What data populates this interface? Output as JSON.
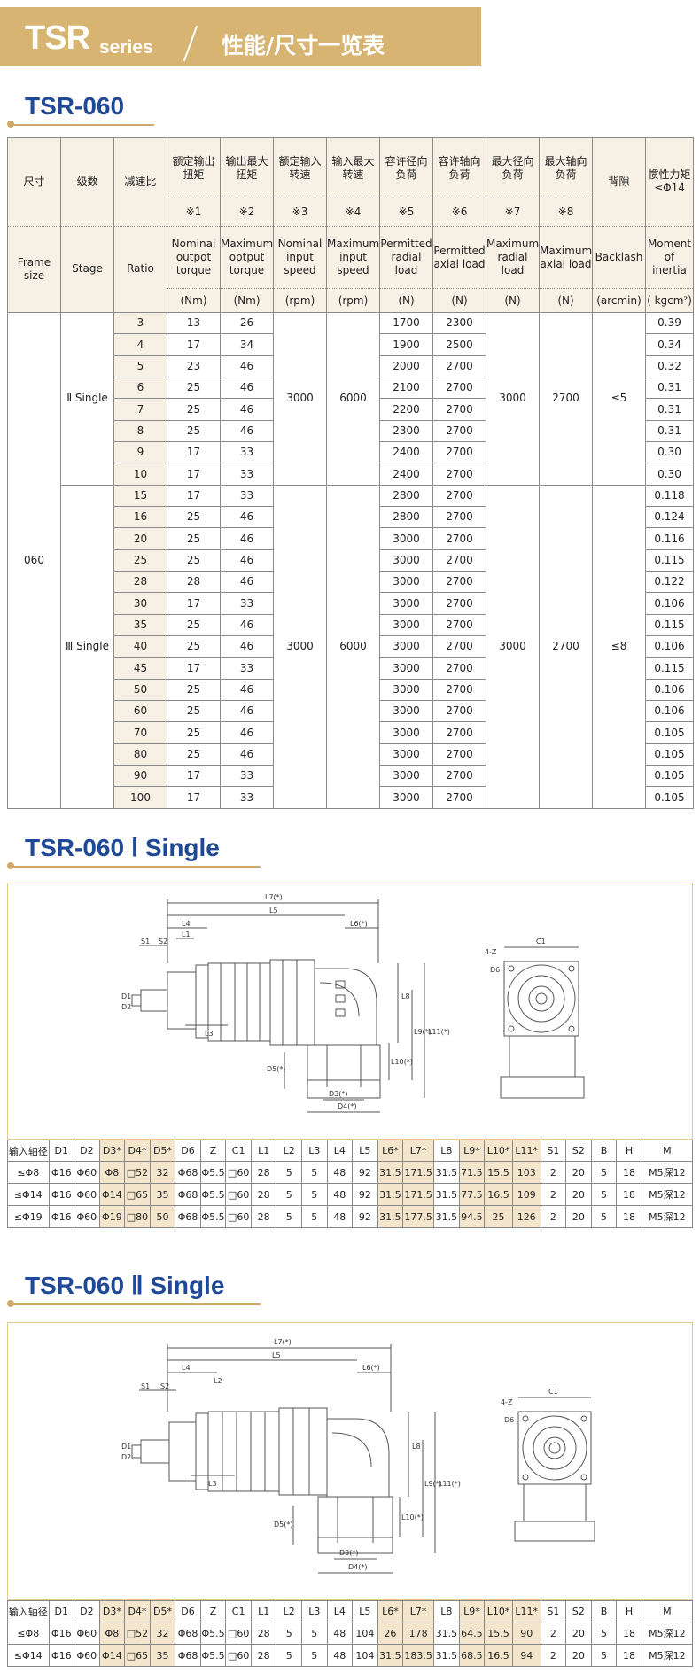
{
  "banner": {
    "brand": "TSR",
    "series": "series",
    "title": "性能/尺寸一览表"
  },
  "sec1": {
    "title": "TSR-060"
  },
  "sec2": {
    "title": "TSR-060 Ⅰ Single"
  },
  "sec3": {
    "title": "TSR-060 Ⅱ Single"
  },
  "specs": {
    "h_size_zh": "尺寸",
    "h_stage_zh": "级数",
    "h_ratio_zh": "减速比",
    "h_size_en": "Frame size",
    "h_stage_en": "Stage",
    "h_ratio_en": "Ratio",
    "cols": [
      {
        "zh": "额定输出扭矩",
        "note": "※1",
        "en": "Nominal outpot torque",
        "unit": "(Nm)"
      },
      {
        "zh": "输出最大扭矩",
        "note": "※2",
        "en": "Maximum optput torque",
        "unit": "(Nm)"
      },
      {
        "zh": "额定输入转速",
        "note": "※3",
        "en": "Nominal input speed",
        "unit": "(rpm)"
      },
      {
        "zh": "输入最大转速",
        "note": "※4",
        "en": "Maximum input speed",
        "unit": "(rpm)"
      },
      {
        "zh": "容许径向负荷",
        "note": "※5",
        "en": "Permitted radial load",
        "unit": "(N)"
      },
      {
        "zh": "容许轴向负荷",
        "note": "※6",
        "en": "Permitted axial load",
        "unit": "(N)"
      },
      {
        "zh": "最大径向负荷",
        "note": "※7",
        "en": "Maximum radial load",
        "unit": "(N)"
      },
      {
        "zh": "最大轴向负荷",
        "note": "※8",
        "en": "Maximum axial load",
        "unit": "(N)"
      },
      {
        "zh": "背隙",
        "note": "",
        "en": "Backlash",
        "unit": "(arcmin)"
      },
      {
        "zh": "惯性力矩≤Φ14",
        "note": "",
        "en": "Moment of inertia",
        "unit": "( kgcm²)"
      }
    ],
    "frame": "060",
    "group2": {
      "stage": "Ⅱ Single",
      "nom_speed": "3000",
      "max_speed": "6000",
      "max_radial": "3000",
      "max_axial": "2700",
      "backlash": "≤5",
      "rows": [
        [
          "3",
          "13",
          "26",
          "1700",
          "2300",
          "0.39"
        ],
        [
          "4",
          "17",
          "34",
          "1900",
          "2500",
          "0.34"
        ],
        [
          "5",
          "23",
          "46",
          "2000",
          "2700",
          "0.32"
        ],
        [
          "6",
          "25",
          "46",
          "2100",
          "2700",
          "0.31"
        ],
        [
          "7",
          "25",
          "46",
          "2200",
          "2700",
          "0.31"
        ],
        [
          "8",
          "25",
          "46",
          "2300",
          "2700",
          "0.31"
        ],
        [
          "9",
          "17",
          "33",
          "2400",
          "2700",
          "0.30"
        ],
        [
          "10",
          "17",
          "33",
          "2400",
          "2700",
          "0.30"
        ]
      ]
    },
    "group3": {
      "stage": "Ⅲ Single",
      "nom_speed": "3000",
      "max_speed": "6000",
      "max_radial": "3000",
      "max_axial": "2700",
      "backlash": "≤8",
      "rows": [
        [
          "15",
          "17",
          "33",
          "2800",
          "2700",
          "0.118"
        ],
        [
          "16",
          "25",
          "46",
          "2800",
          "2700",
          "0.124"
        ],
        [
          "20",
          "25",
          "46",
          "3000",
          "2700",
          "0.116"
        ],
        [
          "25",
          "25",
          "46",
          "3000",
          "2700",
          "0.115"
        ],
        [
          "28",
          "28",
          "46",
          "3000",
          "2700",
          "0.122"
        ],
        [
          "30",
          "17",
          "33",
          "3000",
          "2700",
          "0.106"
        ],
        [
          "35",
          "25",
          "46",
          "3000",
          "2700",
          "0.115"
        ],
        [
          "40",
          "25",
          "46",
          "3000",
          "2700",
          "0.106"
        ],
        [
          "45",
          "17",
          "33",
          "3000",
          "2700",
          "0.115"
        ],
        [
          "50",
          "25",
          "46",
          "3000",
          "2700",
          "0.106"
        ],
        [
          "60",
          "25",
          "46",
          "3000",
          "2700",
          "0.106"
        ],
        [
          "70",
          "25",
          "46",
          "3000",
          "2700",
          "0.105"
        ],
        [
          "80",
          "25",
          "46",
          "3000",
          "2700",
          "0.105"
        ],
        [
          "90",
          "17",
          "33",
          "3000",
          "2700",
          "0.105"
        ],
        [
          "100",
          "17",
          "33",
          "3000",
          "2700",
          "0.105"
        ]
      ]
    }
  },
  "dims1": {
    "headers": [
      "输入轴径",
      "D1",
      "D2",
      "D3*",
      "D4*",
      "D5*",
      "D6",
      "Z",
      "C1",
      "L1",
      "L2",
      "L3",
      "L4",
      "L5",
      "L6*",
      "L7*",
      "L8",
      "L9*",
      "L10*",
      "L11*",
      "S1",
      "S2",
      "B",
      "H",
      "M"
    ],
    "rows": [
      [
        "≤Φ8",
        "Φ16",
        "Φ60",
        "Φ8",
        "□52",
        "32",
        "Φ68",
        "Φ5.5",
        "□60",
        "28",
        "5",
        "5",
        "48",
        "92",
        "31.5",
        "171.5",
        "31.5",
        "71.5",
        "15.5",
        "103",
        "2",
        "20",
        "5",
        "18",
        "M5深12"
      ],
      [
        "≤Φ14",
        "Φ16",
        "Φ60",
        "Φ14",
        "□65",
        "35",
        "Φ68",
        "Φ5.5",
        "□60",
        "28",
        "5",
        "5",
        "48",
        "92",
        "31.5",
        "171.5",
        "31.5",
        "77.5",
        "16.5",
        "109",
        "2",
        "20",
        "5",
        "18",
        "M5深12"
      ],
      [
        "≤Φ19",
        "Φ16",
        "Φ60",
        "Φ19",
        "□80",
        "50",
        "Φ68",
        "Φ5.5",
        "□60",
        "28",
        "5",
        "5",
        "48",
        "92",
        "31.5",
        "177.5",
        "31.5",
        "94.5",
        "25",
        "126",
        "2",
        "20",
        "5",
        "18",
        "M5深12"
      ]
    ]
  },
  "dims2": {
    "headers": [
      "输入轴径",
      "D1",
      "D2",
      "D3*",
      "D4*",
      "D5*",
      "D6",
      "Z",
      "C1",
      "L1",
      "L2",
      "L3",
      "L4",
      "L5",
      "L6*",
      "L7*",
      "L8",
      "L9*",
      "L10*",
      "L11*",
      "S1",
      "S2",
      "B",
      "H",
      "M"
    ],
    "rows": [
      [
        "≤Φ8",
        "Φ16",
        "Φ60",
        "Φ8",
        "□52",
        "32",
        "Φ68",
        "Φ5.5",
        "□60",
        "28",
        "5",
        "5",
        "48",
        "104",
        "26",
        "178",
        "31.5",
        "64.5",
        "15.5",
        "90",
        "2",
        "20",
        "5",
        "18",
        "M5深12"
      ],
      [
        "≤Φ14",
        "Φ16",
        "Φ60",
        "Φ14",
        "□65",
        "35",
        "Φ68",
        "Φ5.5",
        "□60",
        "28",
        "5",
        "5",
        "48",
        "104",
        "31.5",
        "183.5",
        "31.5",
        "68.5",
        "16.5",
        "94",
        "2",
        "20",
        "5",
        "18",
        "M5深12"
      ]
    ]
  },
  "drawing_labels": {
    "l7": "L7(*)",
    "l5": "L5",
    "l4": "L4",
    "l6": "L6(*)",
    "l1": "L1",
    "l2": "L2",
    "s1": "S1",
    "s2": "S2",
    "l3": "L3",
    "l8": "L8",
    "l9": "L9(*)",
    "l10": "L10(*)",
    "l11": "L11(*)",
    "d1": "D1",
    "d2": "D2",
    "d3": "D3(*)",
    "d4": "D4(*)",
    "d5": "D5(*)",
    "c1": "C1",
    "z": "4-Z",
    "d6": "D6"
  },
  "colors": {
    "banner": "#d7b471",
    "title": "#1f4896",
    "accent_line": "#d0a96a",
    "table_bg": "#f7f0e4"
  }
}
